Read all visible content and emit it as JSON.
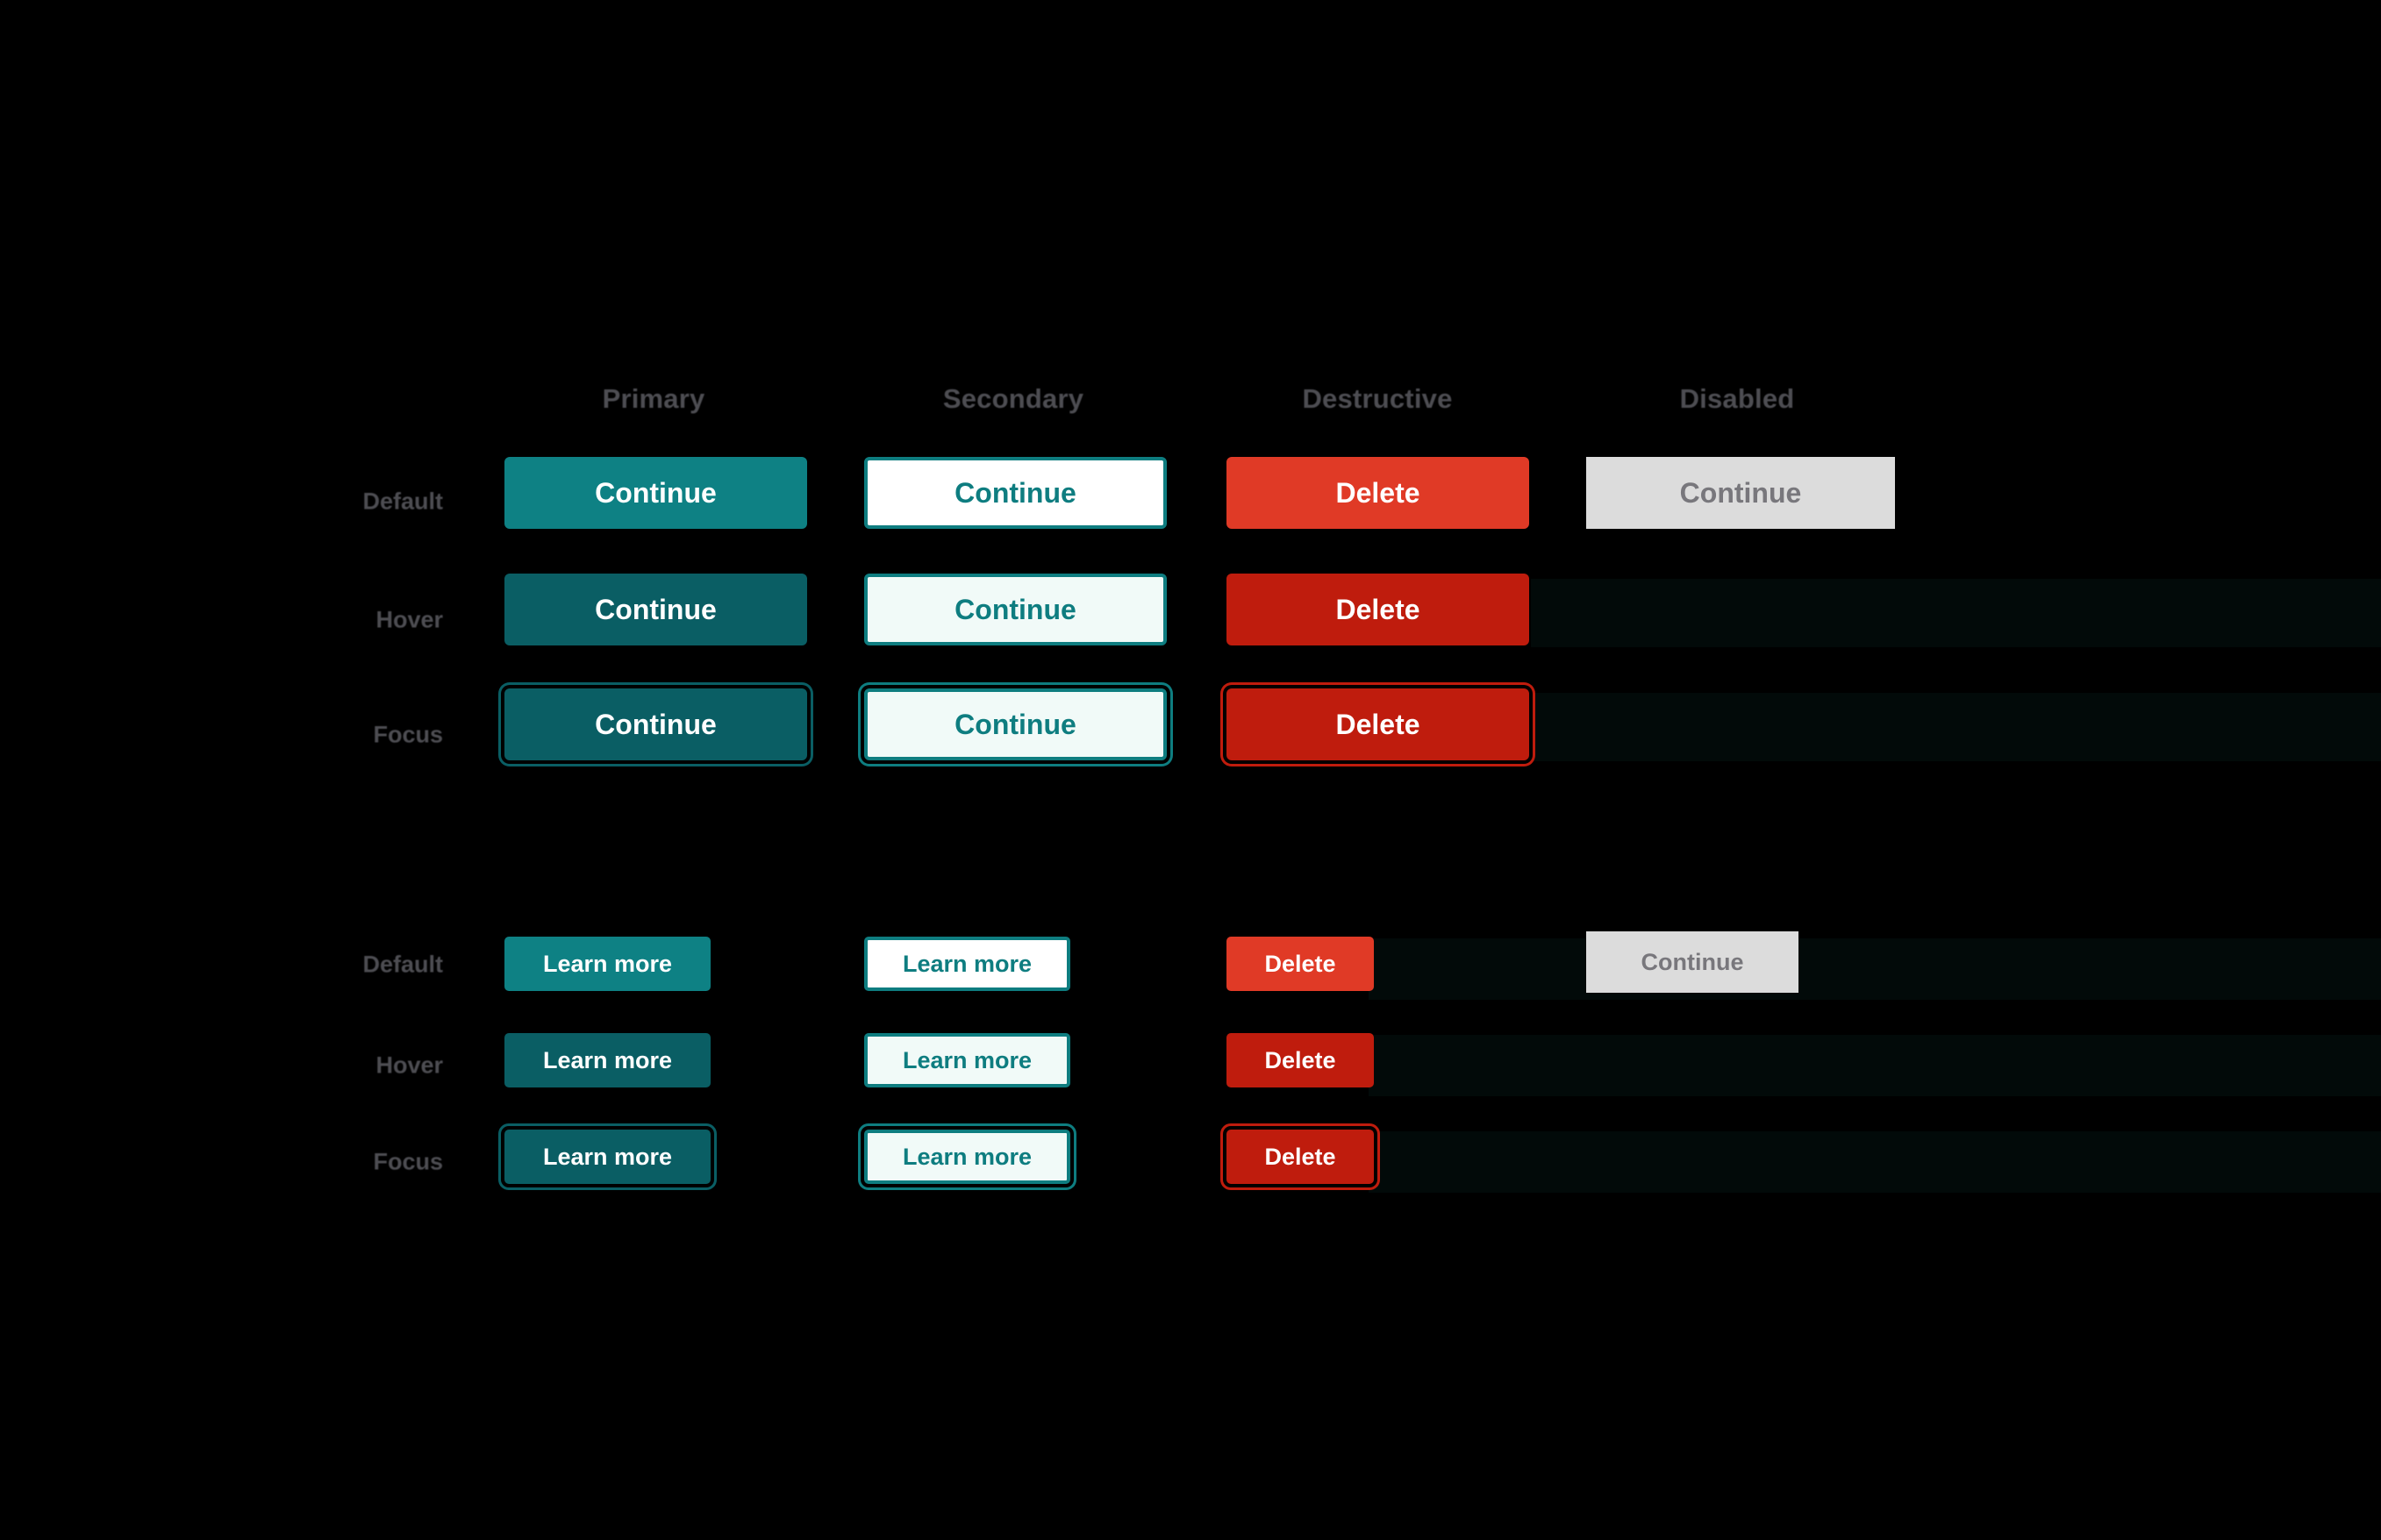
{
  "sheet": {
    "background": "#000000",
    "label_color": "#4d4d52"
  },
  "palette": {
    "primary_default": "#0e8184",
    "primary_hover": "#0a5e64",
    "primary_focus": "#0a5e64",
    "secondary_fill_default": "#ffffff",
    "secondary_fill_hover": "#f1faf8",
    "secondary_border": "#0e7d80",
    "secondary_text": "#0e7d80",
    "destructive_default": "#e03a26",
    "destructive_hover": "#bf1c0d",
    "disabled_fill": "#dcdcdc",
    "disabled_text": "#78777c",
    "on_color_text": "#ffffff"
  },
  "columns": [
    {
      "key": "primary",
      "label": "Primary"
    },
    {
      "key": "secondary",
      "label": "Secondary"
    },
    {
      "key": "destructive",
      "label": "Destructive"
    },
    {
      "key": "disabled",
      "label": "Disabled"
    }
  ],
  "rows": [
    {
      "key": "default",
      "label": "Default"
    },
    {
      "key": "hover",
      "label": "Hover"
    },
    {
      "key": "focus",
      "label": "Focus"
    }
  ],
  "groups": [
    {
      "key": "large",
      "size": "size-lg",
      "rows": [
        {
          "state": "default",
          "label": "Default"
        },
        {
          "state": "hover",
          "label": "Hover"
        },
        {
          "state": "focus",
          "label": "Focus"
        }
      ]
    },
    {
      "key": "small",
      "size": "size-sm",
      "rows": [
        {
          "state": "default",
          "label": "Default"
        },
        {
          "state": "hover",
          "label": "Hover"
        },
        {
          "state": "focus",
          "label": "Focus"
        }
      ]
    }
  ],
  "labels": {
    "large": {
      "primary": "Continue",
      "secondary": "Continue",
      "destructive": "Delete",
      "disabled": "Continue"
    },
    "small": {
      "primary": "Learn more",
      "secondary": "Learn more",
      "destructive": "Delete",
      "disabled": "Continue"
    }
  },
  "headers": {
    "primary": "Primary",
    "secondary": "Secondary",
    "destructive": "Destructive",
    "disabled": "Disabled"
  },
  "large_group": {
    "row_default": "Default",
    "row_hover": "Hover",
    "row_focus": "Focus",
    "primary_default": "Continue",
    "primary_hover": "Continue",
    "primary_focus": "Continue",
    "secondary_default": "Continue",
    "secondary_hover": "Continue",
    "secondary_focus": "Continue",
    "destructive_default": "Delete",
    "destructive_hover": "Delete",
    "destructive_focus": "Delete",
    "disabled_default": "Continue"
  },
  "small_group": {
    "row_default": "Default",
    "row_hover": "Hover",
    "row_focus": "Focus",
    "primary_default": "Learn more",
    "primary_hover": "Learn more",
    "primary_focus": "Learn more",
    "secondary_default": "Learn more",
    "secondary_hover": "Learn more",
    "secondary_focus": "Learn more",
    "destructive_default": "Delete",
    "destructive_hover": "Delete",
    "destructive_focus": "Delete",
    "disabled_default": "Continue"
  }
}
